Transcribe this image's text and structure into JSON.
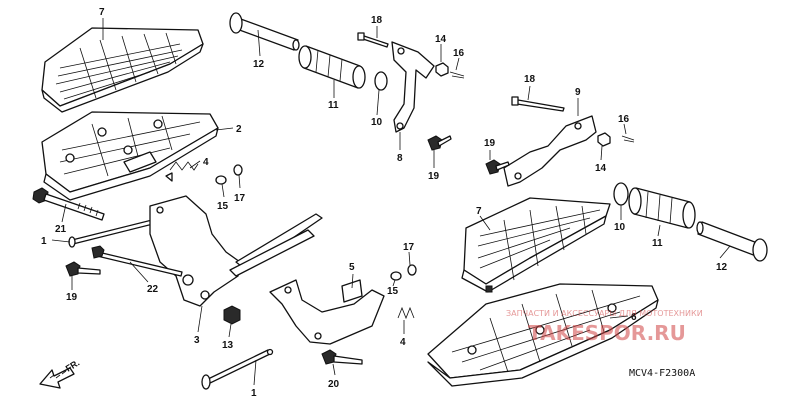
{
  "diagram": {
    "reference_code": "MCV4-F2300A",
    "direction_label": "FR.",
    "watermark": {
      "caption": "ЗАПЧАСТИ И АКСЕССУАРЫ ДЛЯ МОТОТЕХНИКИ",
      "logo": "TAKESPOR.RU"
    },
    "callouts": [
      {
        "id": "c7a",
        "label": "7"
      },
      {
        "id": "c2",
        "label": "2"
      },
      {
        "id": "c4a",
        "label": "4"
      },
      {
        "id": "c15a",
        "label": "15"
      },
      {
        "id": "c17a",
        "label": "17"
      },
      {
        "id": "c12a",
        "label": "12"
      },
      {
        "id": "c18a",
        "label": "18"
      },
      {
        "id": "c14a",
        "label": "14"
      },
      {
        "id": "c16a",
        "label": "16"
      },
      {
        "id": "c11a",
        "label": "11"
      },
      {
        "id": "c10a",
        "label": "10"
      },
      {
        "id": "c8",
        "label": "8"
      },
      {
        "id": "c19a",
        "label": "19"
      },
      {
        "id": "c18b",
        "label": "18"
      },
      {
        "id": "c9",
        "label": "9"
      },
      {
        "id": "c16b",
        "label": "16"
      },
      {
        "id": "c19b",
        "label": "19"
      },
      {
        "id": "c14b",
        "label": "14"
      },
      {
        "id": "c21",
        "label": "21"
      },
      {
        "id": "c1a",
        "label": "1"
      },
      {
        "id": "c19c",
        "label": "19"
      },
      {
        "id": "c22",
        "label": "22"
      },
      {
        "id": "c3",
        "label": "3"
      },
      {
        "id": "c13",
        "label": "13"
      },
      {
        "id": "c5",
        "label": "5"
      },
      {
        "id": "c15b",
        "label": "15"
      },
      {
        "id": "c17b",
        "label": "17"
      },
      {
        "id": "c4b",
        "label": "4"
      },
      {
        "id": "c20",
        "label": "20"
      },
      {
        "id": "c1b",
        "label": "1"
      },
      {
        "id": "c7b",
        "label": "7"
      },
      {
        "id": "c10b",
        "label": "10"
      },
      {
        "id": "c11b",
        "label": "11"
      },
      {
        "id": "c12b",
        "label": "12"
      },
      {
        "id": "c6",
        "label": "6"
      }
    ]
  }
}
